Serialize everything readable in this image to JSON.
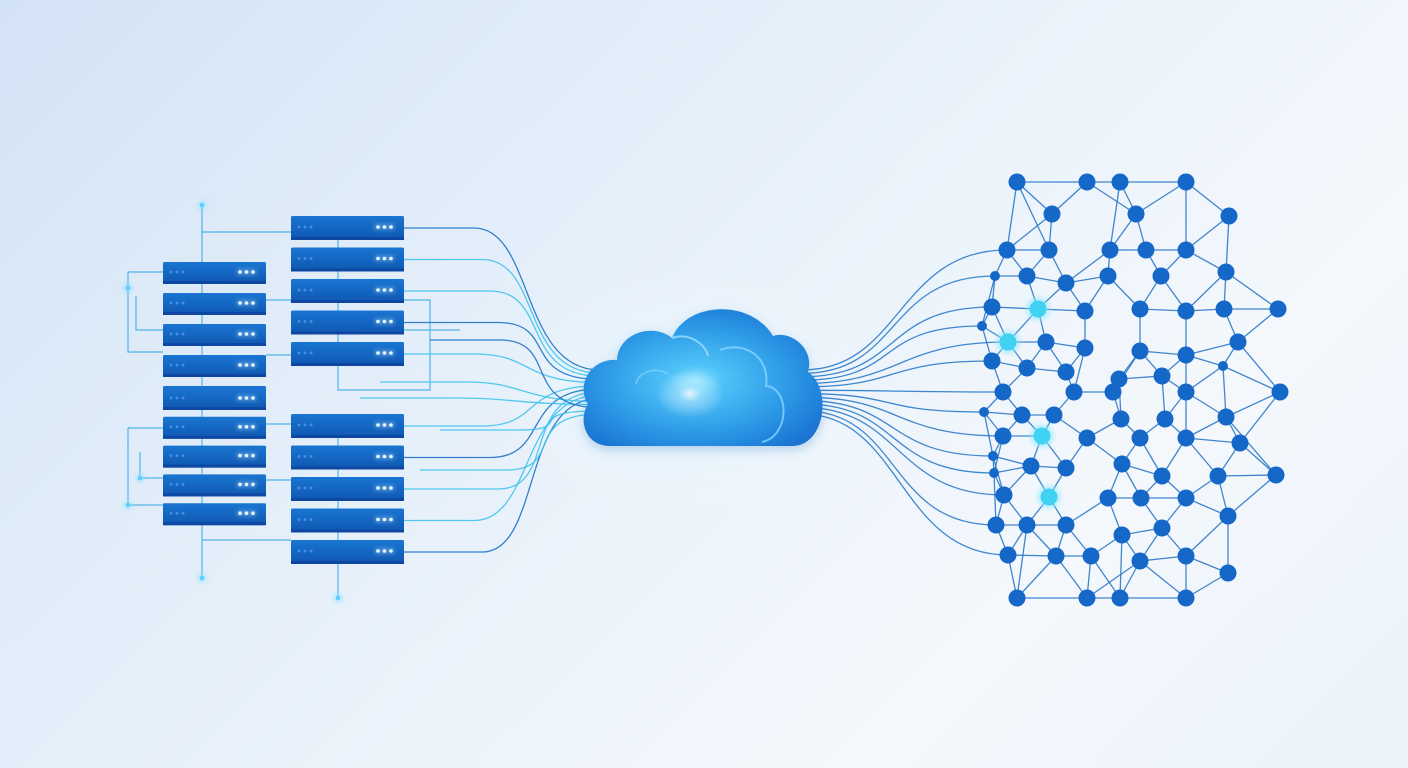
{
  "colors": {
    "background_light": "#f4f8fc",
    "background_blue": "#d3e3f6",
    "server_blue": "#1565c0",
    "server_dark": "#0d47a1",
    "led": "#bfe6ff",
    "wire_cyan": "#3fc3ee",
    "wire_blue": "#1e73c8",
    "cloud_light": "#4fc3f7",
    "cloud_dark": "#1e88e5",
    "node_blue": "#1668c8",
    "node_highlight": "#3fd2f2",
    "edge_blue": "#2d79c9"
  },
  "diagram": {
    "components": [
      {
        "name": "server-racks",
        "icon": "server-rack-icon",
        "rack_groups": 4,
        "units_per_group": 5
      },
      {
        "name": "cloud",
        "icon": "cloud-icon"
      },
      {
        "name": "neural-network",
        "icon": "network-mesh-icon"
      }
    ],
    "connections": [
      {
        "from": "server-racks",
        "to": "cloud",
        "style": "fiber-lines"
      },
      {
        "from": "cloud",
        "to": "neural-network",
        "style": "fiber-lines"
      }
    ]
  }
}
